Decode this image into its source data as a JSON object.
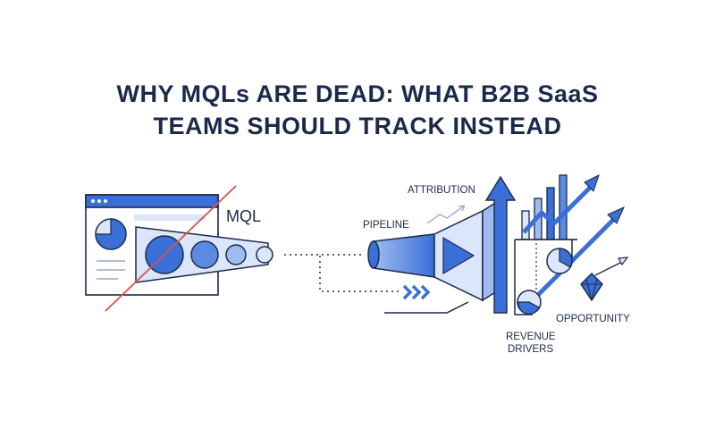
{
  "title": {
    "line1": "WHY MQLs ARE DEAD: WHAT B2B SaaS",
    "line2": "TEAMS SHOULD TRACK INSTEAD"
  },
  "labels": {
    "mql": "MQL",
    "attribution": "ATTRIBUTION",
    "pipeline": "PIPELINE",
    "opportunity": "OPPORTUNITY",
    "revenue_line1": "REVENUE",
    "revenue_line2": "DRIVERS"
  },
  "colors": {
    "navy": "#1b2a4a",
    "blue": "#3a6fd8",
    "light_blue": "#dbe6fb",
    "strike": "#d9534f"
  },
  "icons": [
    "browser-window-icon",
    "pie-chart-icon",
    "funnel-icon",
    "arrow-up-icon",
    "bar-chart-icon",
    "diamond-icon",
    "chevrons-icon"
  ]
}
